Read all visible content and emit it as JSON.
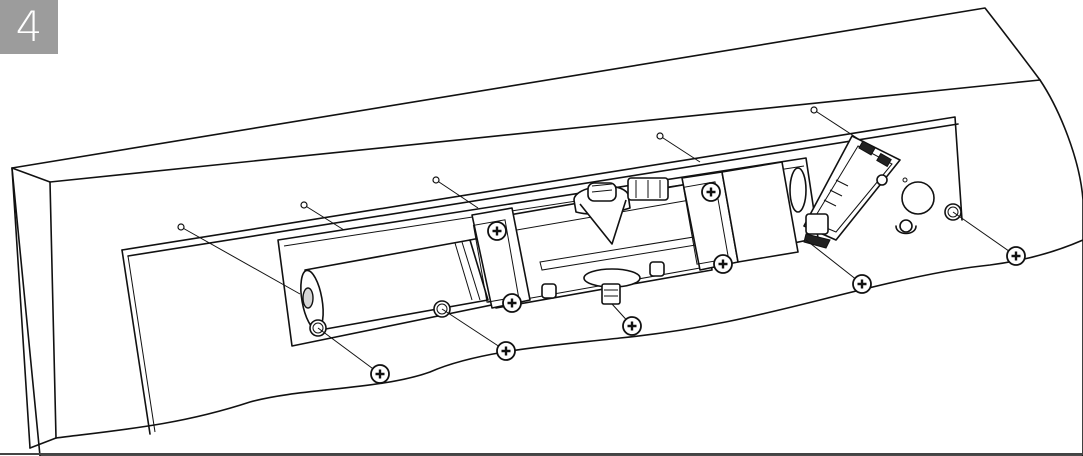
{
  "step": {
    "number": "4",
    "color": "#9c9c9c"
  },
  "icons": [
    "screw-icon",
    "pin-icon",
    "door-closer-body",
    "control-board"
  ]
}
